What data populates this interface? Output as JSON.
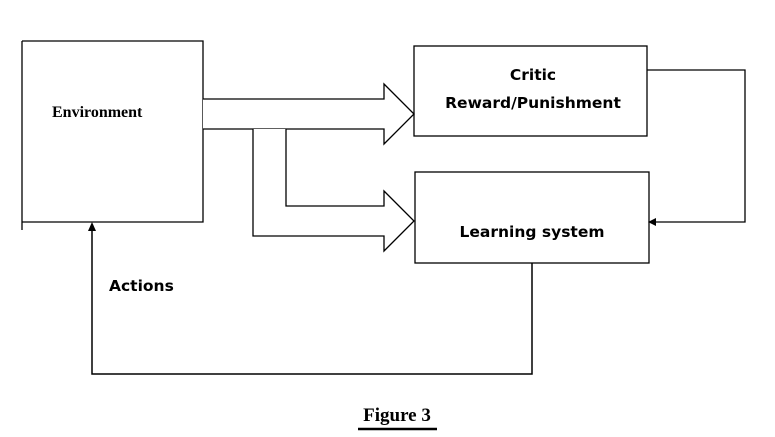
{
  "diagram": {
    "environment_label": "Environment",
    "critic_title": "Critic",
    "critic_subtitle": "Reward/Punishment",
    "learning_label": "Learning system",
    "actions_label": "Actions",
    "caption": "Figure 3"
  }
}
